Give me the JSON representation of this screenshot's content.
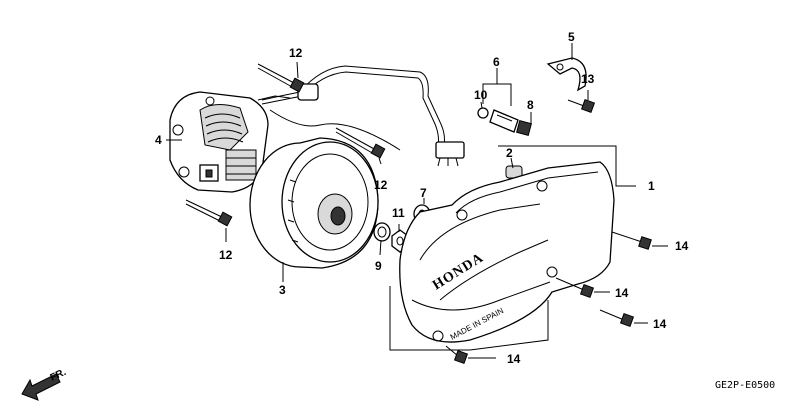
{
  "callouts": {
    "c1": "1",
    "c2": "2",
    "c3": "3",
    "c4": "4",
    "c5": "5",
    "c6": "6",
    "c7": "7",
    "c8": "8",
    "c9": "9",
    "c10": "10",
    "c11": "11",
    "c12a": "12",
    "c12b": "12",
    "c12c": "12",
    "c13": "13",
    "c14a": "14",
    "c14b": "14",
    "c14c": "14",
    "c14d": "14"
  },
  "cover_brand": "HONDA",
  "cover_stamp": "MADE IN SPAIN",
  "direction_label": "FR.",
  "diagram_code": "GE2P-E0500"
}
